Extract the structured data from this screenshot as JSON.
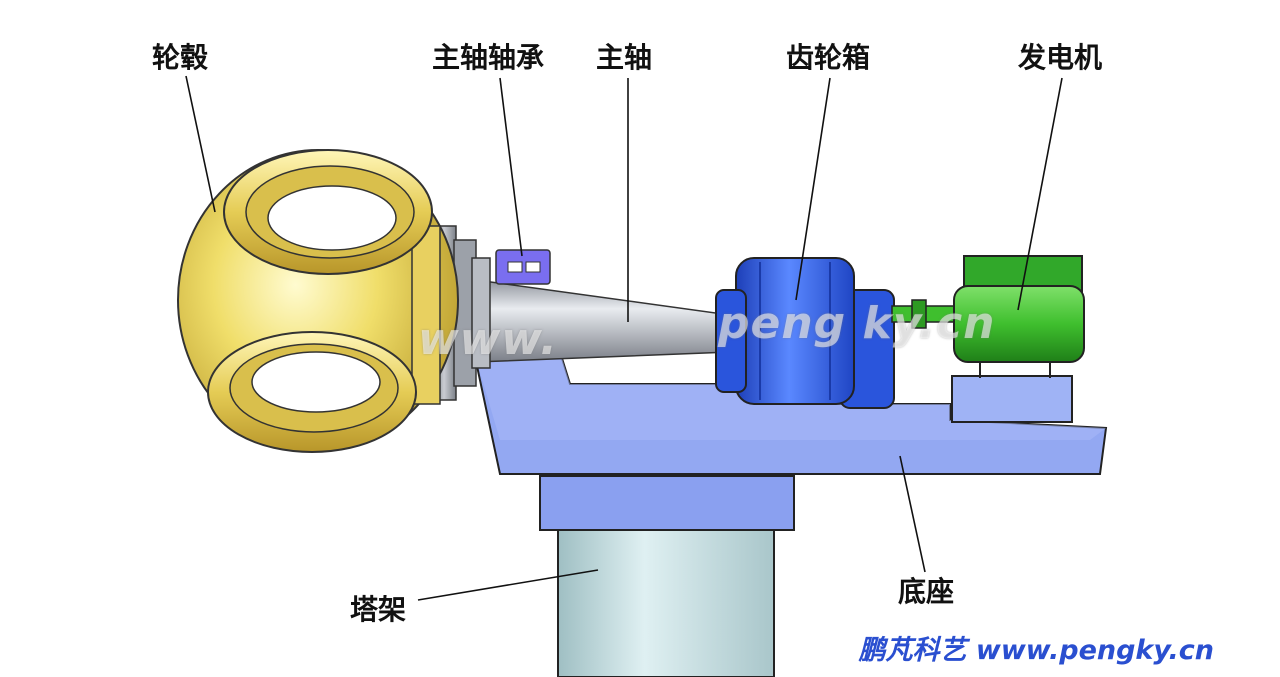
{
  "labels": {
    "hub": "轮毂",
    "main_bearing": "主轴轴承",
    "main_shaft": "主轴",
    "gearbox": "齿轮箱",
    "generator": "发电机",
    "base": "底座",
    "tower": "塔架"
  },
  "watermark": {
    "left": "www.",
    "right": "peng ky.cn"
  },
  "footer": {
    "text": "鹏芃科艺 www.pengky.cn"
  },
  "colors": {
    "hub": "#e8d45c",
    "bearing": "#7a6ef0",
    "shaft": "#b8bcc6",
    "gearbox": "#3366ee",
    "generator": "#2fb02a",
    "base": "#93a8f2",
    "tower": "#c6dde0",
    "tower_top": "#8aa0f0",
    "footer_text": "#2a4fd0"
  }
}
